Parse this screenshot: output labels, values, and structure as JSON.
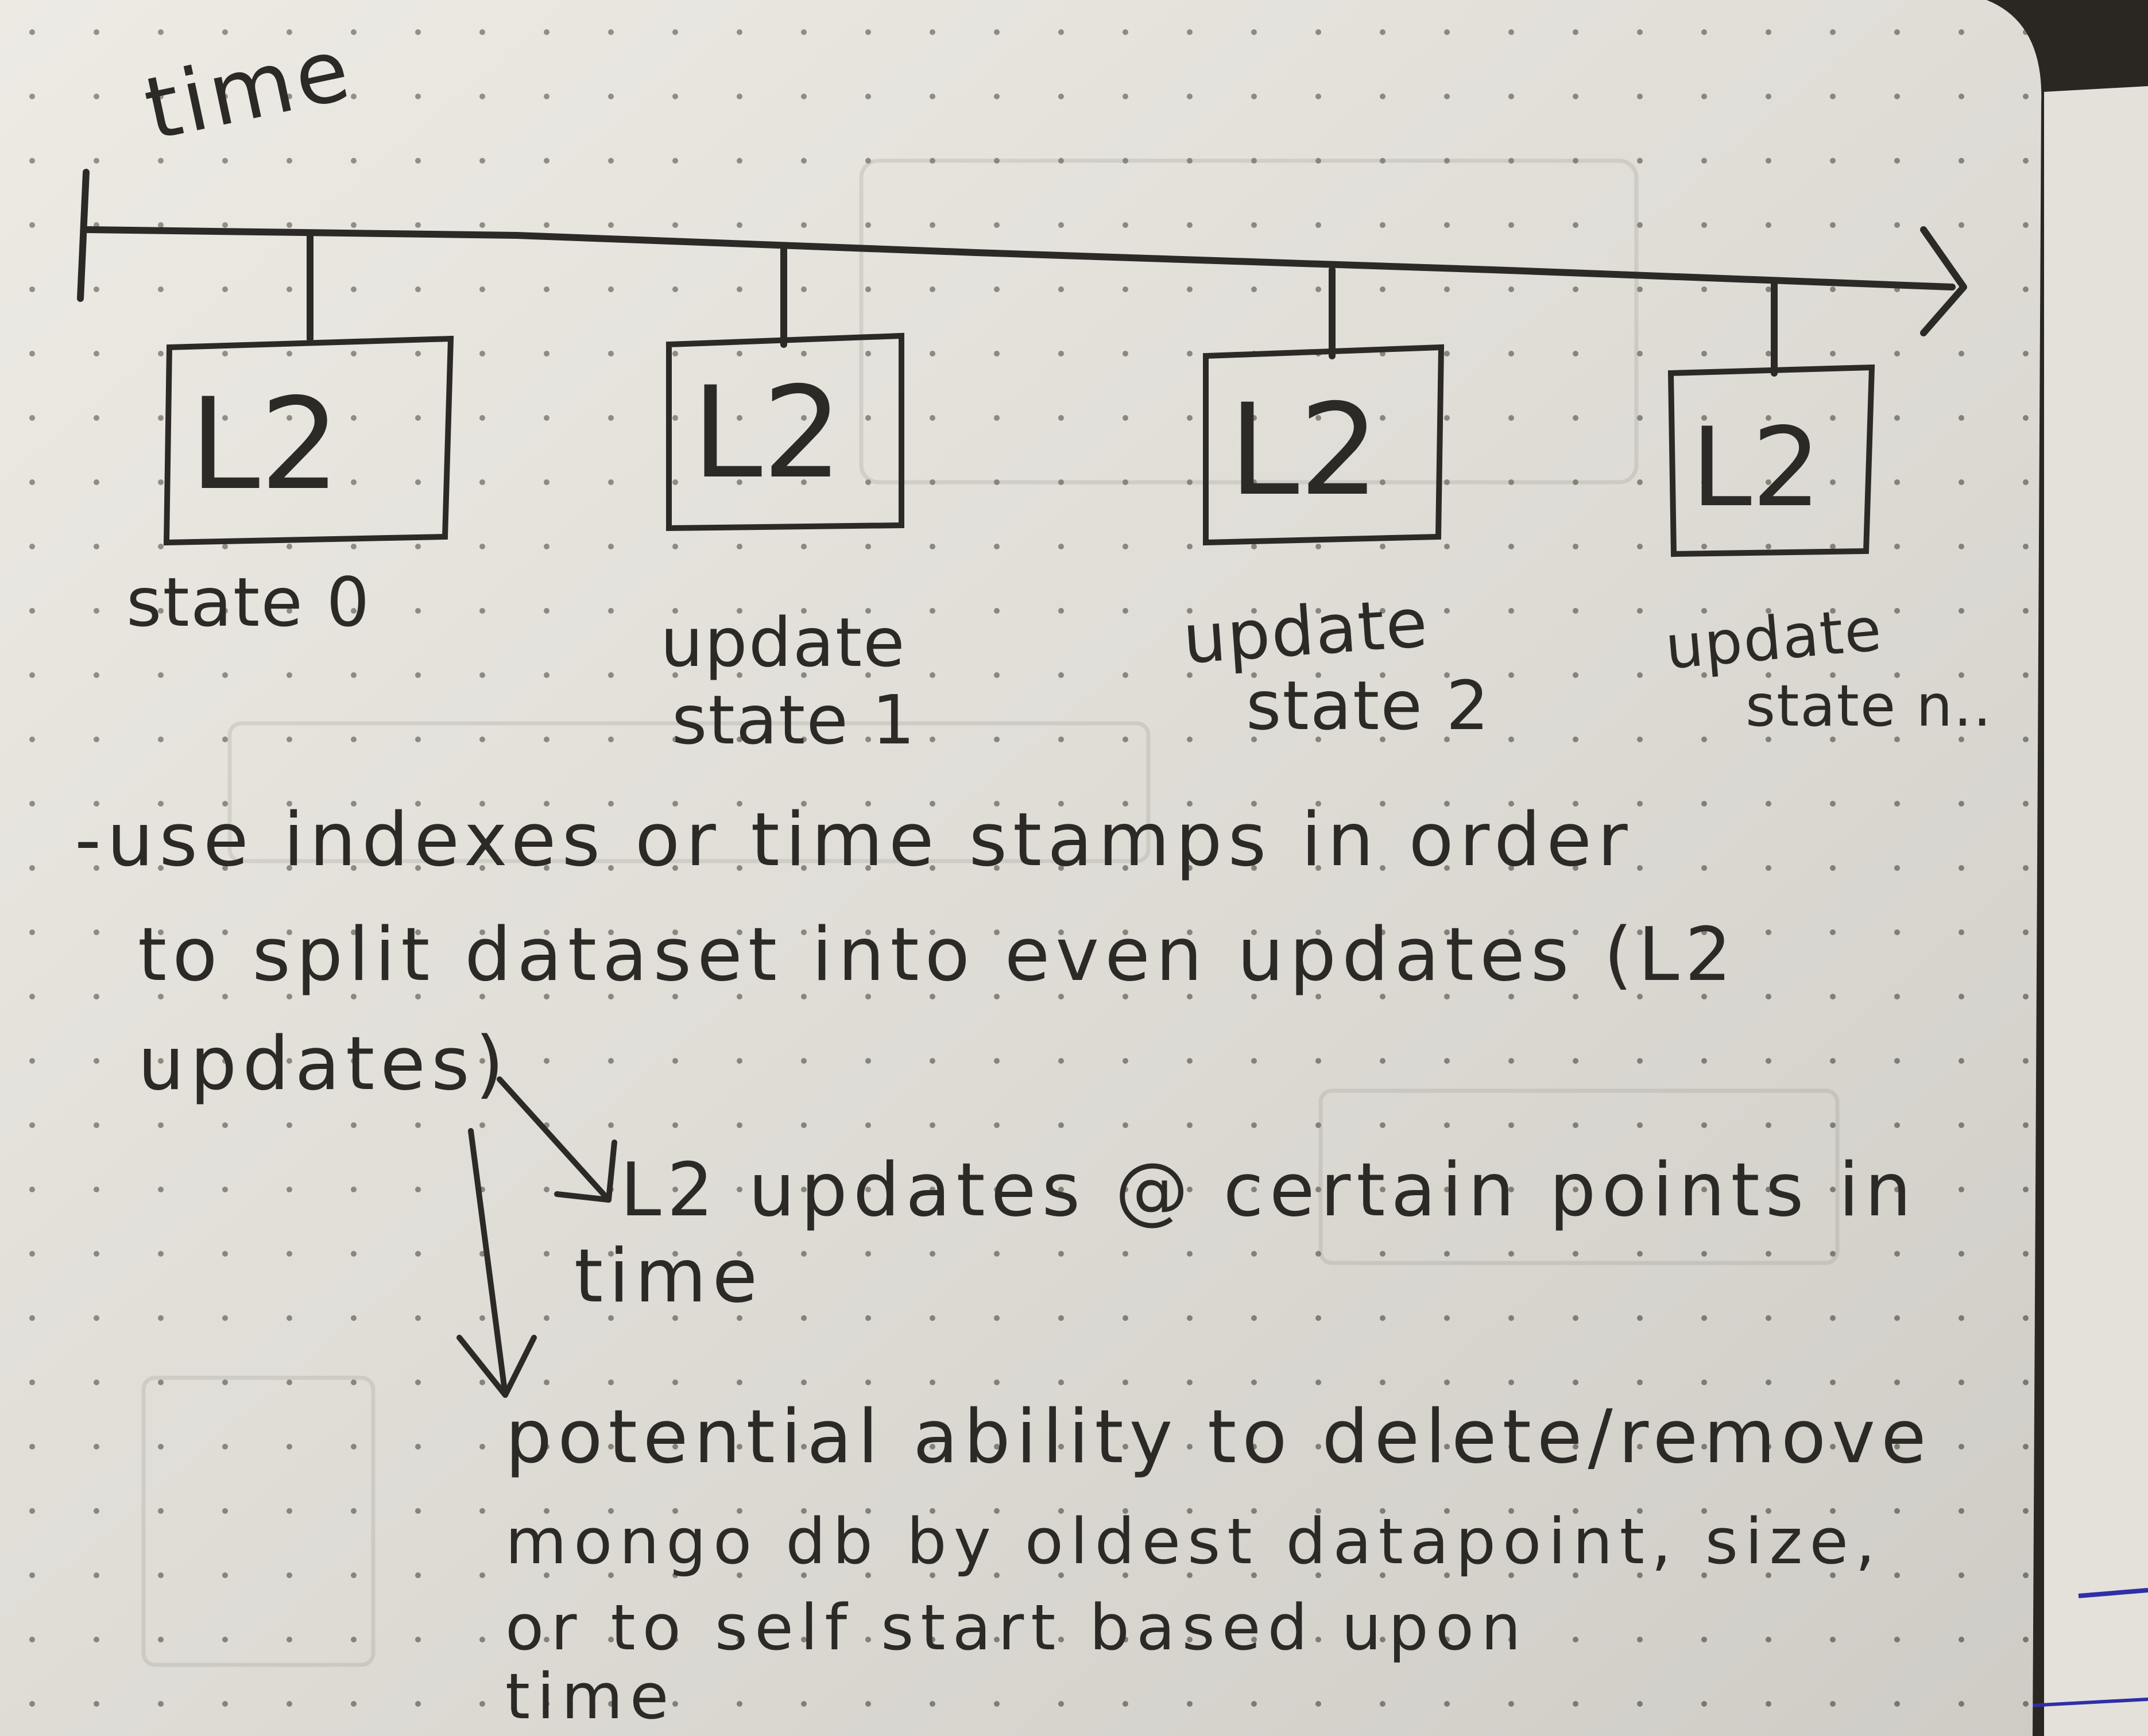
{
  "diagram": {
    "axis_label": "time",
    "states": [
      {
        "box_text": "L2",
        "caption_lines": [
          "state 0"
        ]
      },
      {
        "box_text": "L2",
        "caption_lines": [
          "update",
          "state 1"
        ]
      },
      {
        "box_text": "L2",
        "caption_lines": [
          "update",
          "state 2"
        ]
      },
      {
        "box_text": "L2",
        "caption_lines": [
          "update",
          "state n.."
        ]
      }
    ]
  },
  "notes": {
    "main_lines": [
      "-use indexes or time stamps in order",
      "to split dataset into even updates (L2",
      "updates)"
    ],
    "branch_1_lines": [
      "L2 updates @ certain points in",
      "time"
    ],
    "branch_2_lines": [
      "potential ability to delete/remove",
      "mongo db by oldest datapoint, size,",
      "or to self start based upon",
      "time"
    ]
  },
  "colors": {
    "paper": "#ebe8e1",
    "ink": "#2c2a26",
    "dots": "#8a857c",
    "right_page_ink": "#2f2fa8"
  }
}
